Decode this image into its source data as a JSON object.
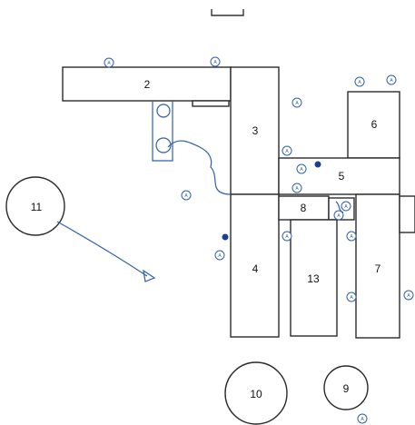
{
  "diagram": {
    "ink_color": "#2a2a2a",
    "annotation_color": "#2f5fb0",
    "dot_color": "#1d3f8f",
    "shapes": [
      {
        "id": "2",
        "kind": "rect",
        "label": "2"
      },
      {
        "id": "3",
        "kind": "rect",
        "label": "3"
      },
      {
        "id": "4",
        "kind": "rect",
        "label": "4"
      },
      {
        "id": "5",
        "kind": "rect",
        "label": "5"
      },
      {
        "id": "6",
        "kind": "rect",
        "label": "6"
      },
      {
        "id": "7",
        "kind": "rect",
        "label": "7"
      },
      {
        "id": "8",
        "kind": "rect",
        "label": "8"
      },
      {
        "id": "13",
        "kind": "rect",
        "label": "13"
      },
      {
        "id": "9",
        "kind": "circle",
        "label": "9"
      },
      {
        "id": "10",
        "kind": "circle",
        "label": "10"
      },
      {
        "id": "11",
        "kind": "circle",
        "label": "11"
      }
    ],
    "marker_letter": "A"
  }
}
